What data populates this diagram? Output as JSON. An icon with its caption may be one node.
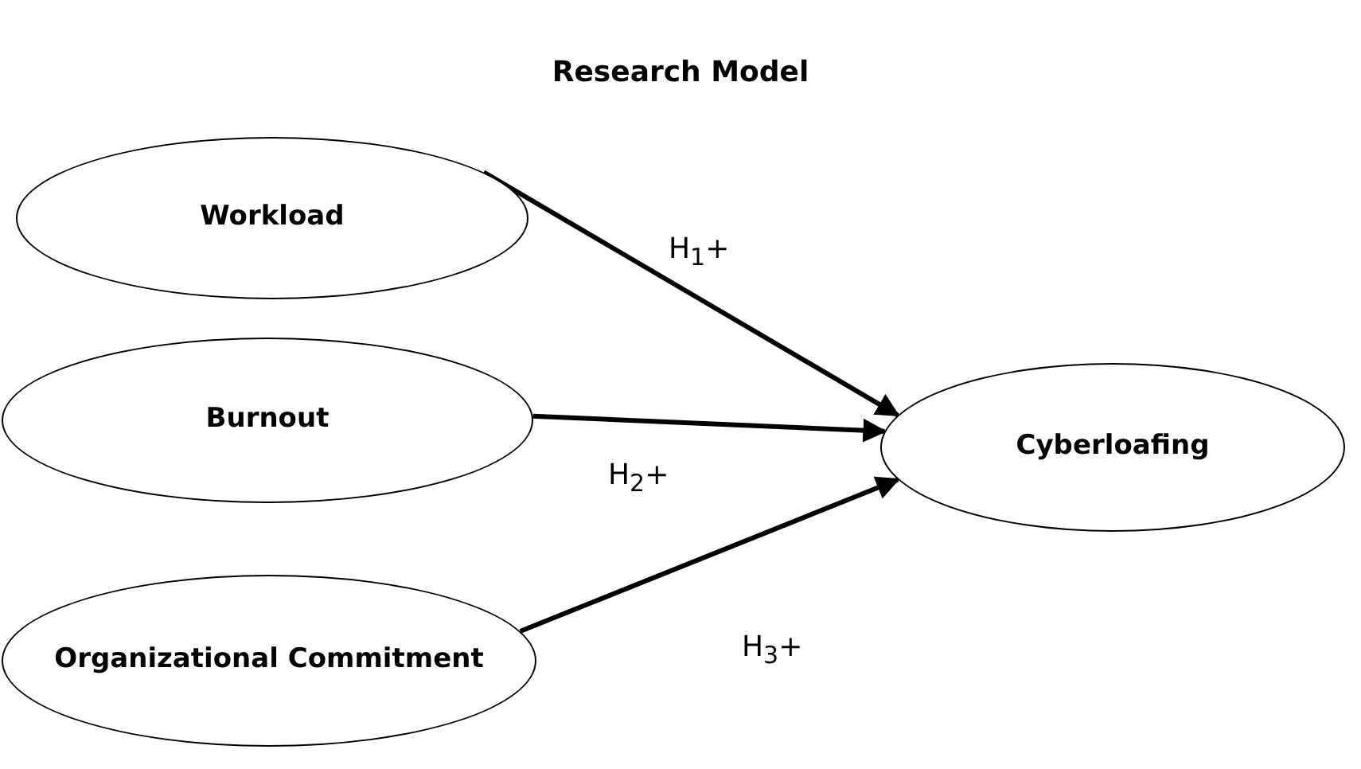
{
  "diagram": {
    "title": "Research Model",
    "nodes": [
      {
        "text": [
          "Workload"
        ]
      },
      {
        "text": [
          "Burnout"
        ]
      },
      {
        "text": [
          "Organizational Commitment"
        ]
      },
      {
        "text": [
          "Cyberloafing"
        ]
      }
    ],
    "edges": [
      {
        "from": 0,
        "to": 3,
        "arrow": "to",
        "label": "H$_{1}$+"
      },
      {
        "from": 1,
        "to": 3,
        "arrow": "to",
        "label": "H$_{2}$+"
      },
      {
        "from": 2,
        "to": 3,
        "arrow": "to",
        "label": "H$_{3}$+"
      }
    ]
  }
}
